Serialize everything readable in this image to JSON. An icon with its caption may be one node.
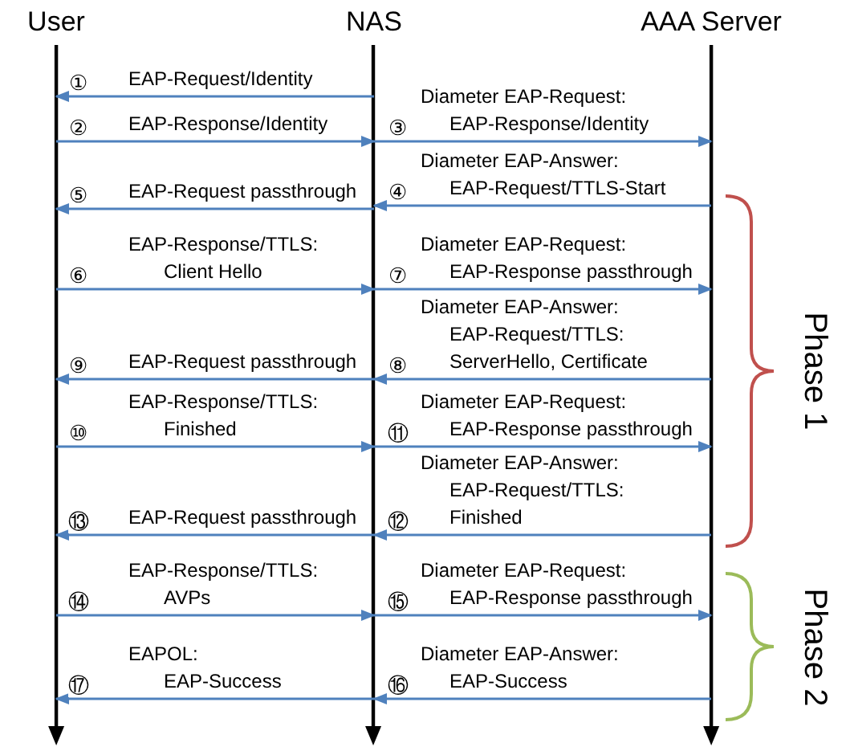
{
  "diagram": {
    "nodes": [
      {
        "text": [
          "User"
        ]
      },
      {
        "text": [
          "NAS"
        ]
      },
      {
        "text": [
          "AAA Server"
        ]
      }
    ],
    "edges": [
      {
        "from": 1,
        "to": 0,
        "arrow": "to",
        "label": "EAP-Request/Identity"
      },
      {
        "from": 0,
        "to": 1,
        "arrow": "to",
        "label": "EAP-Response/Identity"
      },
      {
        "from": 1,
        "to": 2,
        "arrow": "to",
        "label": "Diameter EAP-Request: EAP-Response/Identity"
      },
      {
        "from": 2,
        "to": 1,
        "arrow": "to",
        "label": "Diameter EAP-Answer: EAP-Request/TTLS-Start"
      },
      {
        "from": 1,
        "to": 0,
        "arrow": "to",
        "label": "EAP-Request passthrough"
      },
      {
        "from": 0,
        "to": 1,
        "arrow": "to",
        "label": "EAP-Response/TTLS: Client Hello"
      },
      {
        "from": 1,
        "to": 2,
        "arrow": "to",
        "label": "Diameter EAP-Request: EAP-Response passthrough"
      },
      {
        "from": 2,
        "to": 1,
        "arrow": "to",
        "label": "Diameter EAP-Answer: EAP-Request/TTLS: ServerHello, Certificate"
      },
      {
        "from": 1,
        "to": 0,
        "arrow": "to",
        "label": "EAP-Request passthrough"
      },
      {
        "from": 0,
        "to": 1,
        "arrow": "to",
        "label": "EAP-Response/TTLS: Finished"
      },
      {
        "from": 1,
        "to": 2,
        "arrow": "to",
        "label": "Diameter EAP-Request: EAP-Response passthrough"
      },
      {
        "from": 2,
        "to": 1,
        "arrow": "to",
        "label": "Diameter EAP-Answer: EAP-Request/TTLS: Finished"
      },
      {
        "from": 1,
        "to": 0,
        "arrow": "to",
        "label": "EAP-Request passthrough"
      },
      {
        "from": 0,
        "to": 1,
        "arrow": "to",
        "label": "EAP-Response/TTLS: AVPs"
      },
      {
        "from": 1,
        "to": 2,
        "arrow": "to",
        "label": "Diameter EAP-Request: EAP-Response passthrough"
      },
      {
        "from": 2,
        "to": 1,
        "arrow": "to",
        "label": "Diameter EAP-Answer: EAP-Success"
      },
      {
        "from": 1,
        "to": 0,
        "arrow": "to",
        "label": "EAPOL: EAP-Success"
      }
    ],
    "labels": [
      "①",
      "②",
      "③",
      "④",
      "⑤",
      "⑥",
      "⑦",
      "⑧",
      "⑨",
      "⑩",
      "⑪",
      "⑫",
      "⑬",
      "⑭",
      "⑮",
      "⑯",
      "⑰",
      "Phase 1",
      "Phase 2"
    ]
  }
}
